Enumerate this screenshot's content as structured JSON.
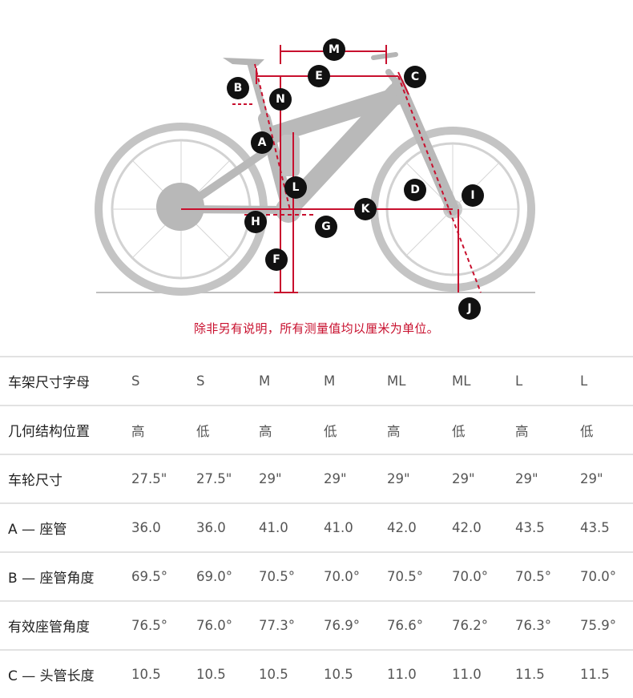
{
  "diagram": {
    "badges": [
      "M",
      "E",
      "C",
      "B",
      "N",
      "A",
      "L",
      "D",
      "I",
      "K",
      "H",
      "G",
      "F",
      "J"
    ]
  },
  "note": "除非另有说明，所有测量值均以厘米为单位。",
  "table": {
    "rows": [
      {
        "label": "车架尺寸字母",
        "values": [
          "S",
          "S",
          "M",
          "M",
          "ML",
          "ML",
          "L",
          "L"
        ]
      },
      {
        "label": "几何结构位置",
        "values": [
          "高",
          "低",
          "高",
          "低",
          "高",
          "低",
          "高",
          "低"
        ]
      },
      {
        "label": "车轮尺寸",
        "values": [
          "27.5\"",
          "27.5\"",
          "29\"",
          "29\"",
          "29\"",
          "29\"",
          "29\"",
          "29\""
        ]
      },
      {
        "label": "A — 座管",
        "values": [
          "36.0",
          "36.0",
          "41.0",
          "41.0",
          "42.0",
          "42.0",
          "43.5",
          "43.5"
        ]
      },
      {
        "label": "B — 座管角度",
        "values": [
          "69.5°",
          "69.0°",
          "70.5°",
          "70.0°",
          "70.5°",
          "70.0°",
          "70.5°",
          "70.0°"
        ]
      },
      {
        "label": "有效座管角度",
        "values": [
          "76.5°",
          "76.0°",
          "77.3°",
          "76.9°",
          "76.6°",
          "76.2°",
          "76.3°",
          "75.9°"
        ]
      },
      {
        "label": "C — 头管长度",
        "values": [
          "10.5",
          "10.5",
          "10.5",
          "10.5",
          "11.0",
          "11.0",
          "11.5",
          "11.5"
        ]
      }
    ]
  },
  "colors": {
    "accent": "#c8102e",
    "badge": "#111111",
    "bike": "#bdbdbd"
  }
}
